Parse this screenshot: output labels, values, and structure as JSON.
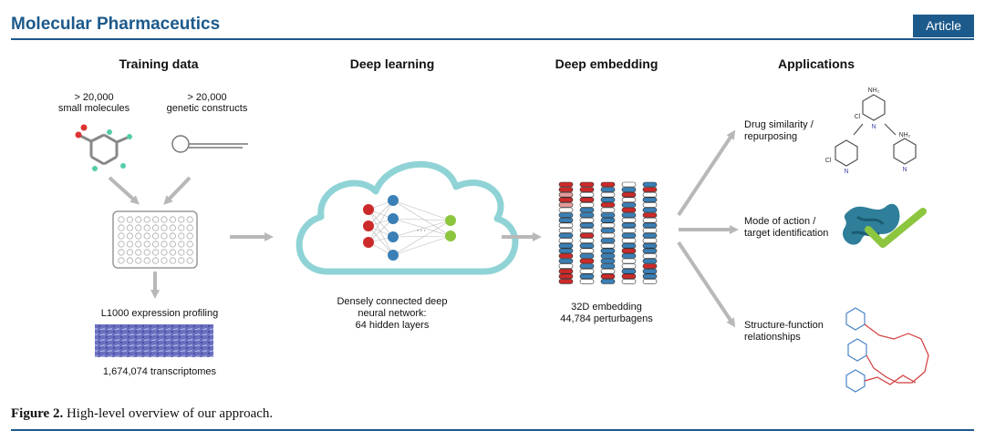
{
  "header": {
    "journal": "Molecular Pharmaceutics",
    "article_type": "Article"
  },
  "figure": {
    "columns": {
      "training": "Training data",
      "deep_learning": "Deep learning",
      "embedding": "Deep embedding",
      "applications": "Applications"
    },
    "training": {
      "molecules_count": "> 20,000",
      "molecules_label": "small molecules",
      "constructs_count": "> 20,000",
      "constructs_label": "genetic constructs",
      "profiling_label": "L1000 expression profiling",
      "transcriptomes_label": "1,674,074 transcriptomes"
    },
    "network": {
      "line1": "Densely connected deep",
      "line2": "neural network:",
      "line3": "64 hidden layers",
      "ellipsis": "···"
    },
    "embedding": {
      "line1": "32D embedding",
      "line2": "44,784 perturbagens",
      "columns": [
        [
          "r",
          "r",
          "lr",
          "r",
          "lr",
          "w",
          "b",
          "b",
          "w",
          "w",
          "b",
          "w",
          "b",
          "b",
          "r",
          "b",
          "w",
          "r",
          "r",
          "r"
        ],
        [
          "r",
          "r",
          "w",
          "r",
          "w",
          "b",
          "b",
          "w",
          "b",
          "w",
          "r",
          "w",
          "b",
          "w",
          "b",
          "r",
          "b",
          "w",
          "b",
          "w"
        ],
        [
          "r",
          "b",
          "w",
          "b",
          "r",
          "w",
          "b",
          "b",
          "w",
          "b",
          "w",
          "b",
          "w",
          "b",
          "b",
          "b",
          "b",
          "w",
          "r",
          "b"
        ],
        [
          "w",
          "b",
          "r",
          "w",
          "b",
          "r",
          "b",
          "w",
          "b",
          "w",
          "b",
          "w",
          "b",
          "r",
          "b",
          "w",
          "w",
          "b",
          "r",
          "w"
        ],
        [
          "b",
          "r",
          "w",
          "b",
          "w",
          "b",
          "r",
          "w",
          "b",
          "w",
          "b",
          "w",
          "b",
          "b",
          "w",
          "b",
          "r",
          "b",
          "b",
          "w"
        ]
      ]
    },
    "applications": {
      "app1_line1": "Drug similarity /",
      "app1_line2": "repurposing",
      "app2_line1": "Mode of action /",
      "app2_line2": "target identification",
      "app3_line1": "Structure-function",
      "app3_line2": "relationships",
      "mol_nh2": "NH₂",
      "mol_cl": "Cl",
      "mol_n": "N"
    }
  },
  "caption": {
    "label": "Figure 2.",
    "text": " High-level overview of our approach."
  },
  "colors": {
    "brand": "#1d5a8c",
    "red": "#cc2a2a",
    "light_red": "#e39a9a",
    "blue": "#3a7fb5",
    "cloud": "#8fd3d6",
    "green": "#8cc63f",
    "arrow": "#b8b8b8"
  }
}
